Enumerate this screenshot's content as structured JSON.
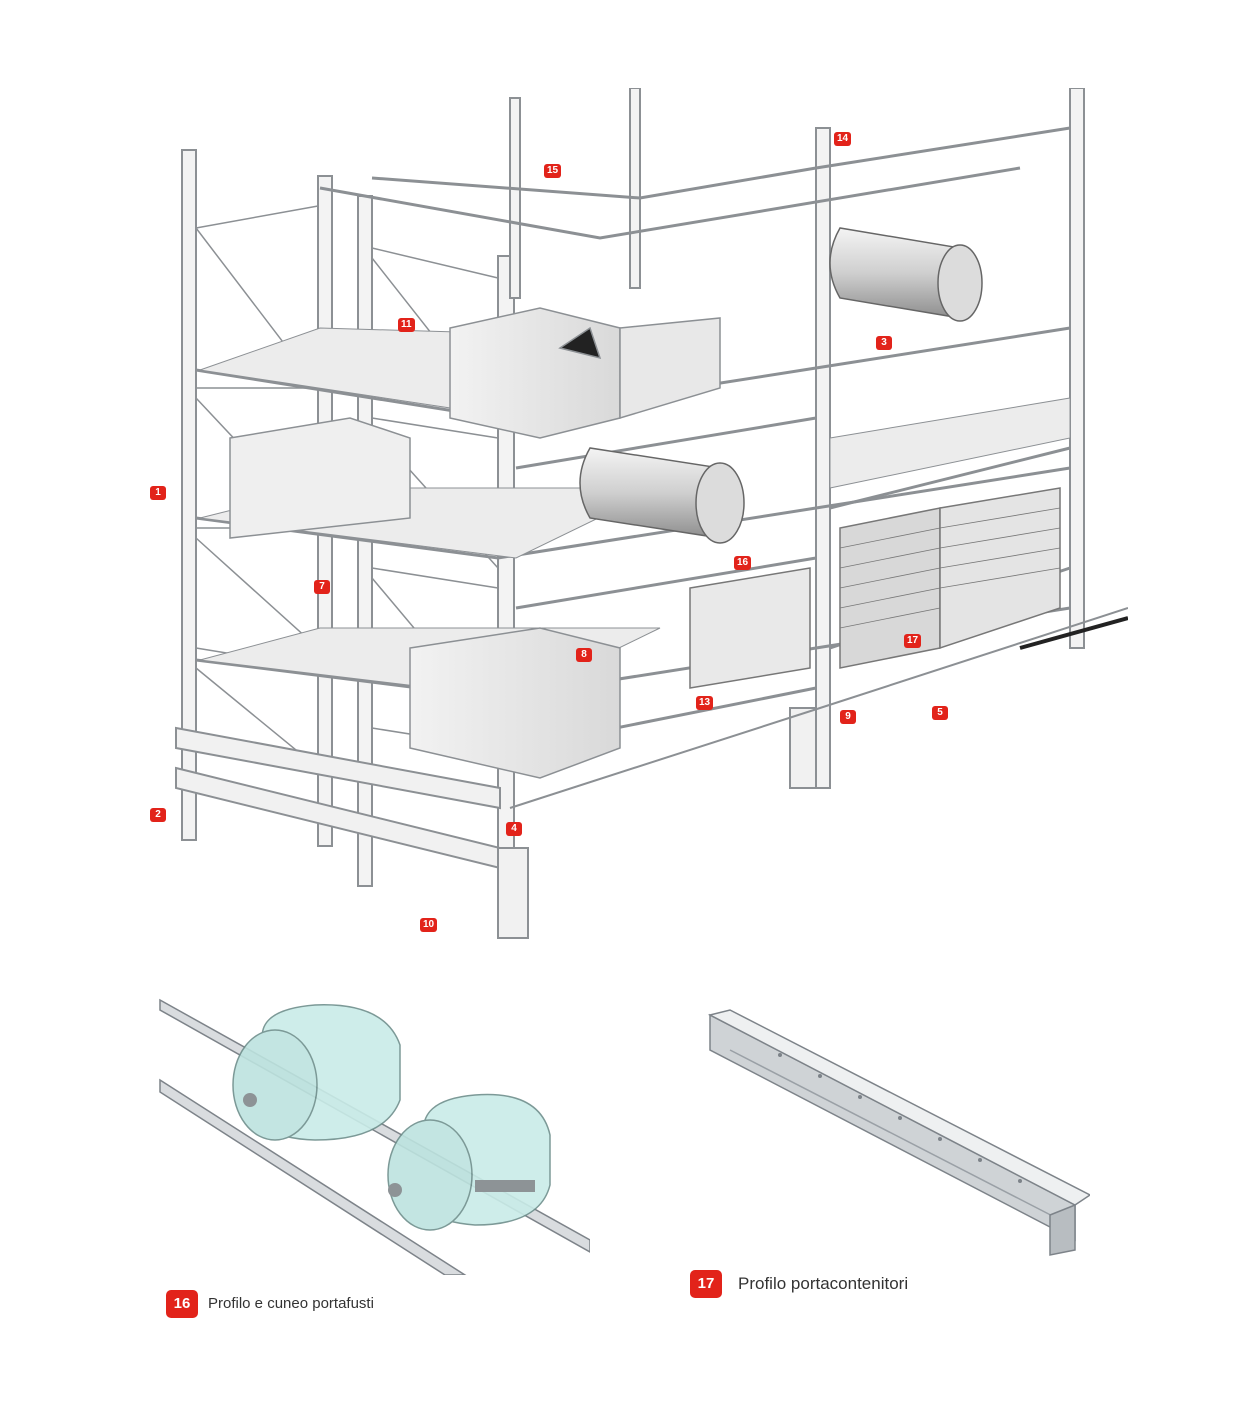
{
  "callouts": [
    "1",
    "2",
    "3",
    "4",
    "5",
    "7",
    "8",
    "9",
    "10",
    "11",
    "13",
    "14",
    "15",
    "16",
    "17"
  ],
  "legend": [
    {
      "number": "16",
      "label": "Profilo e cuneo portafusti"
    },
    {
      "number": "17",
      "label": "Profilo portacontenitori"
    }
  ],
  "colors": {
    "badge": "#e2231a",
    "steel": "#9aa0a6",
    "drum": "#bfe6e2"
  }
}
